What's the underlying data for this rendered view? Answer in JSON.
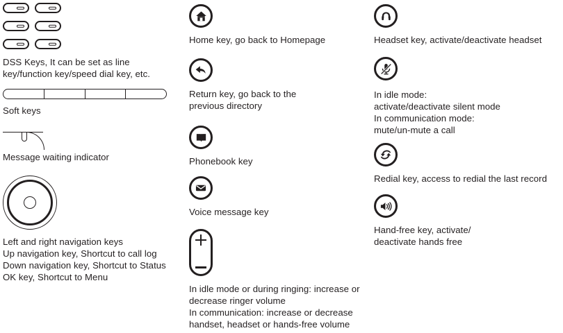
{
  "left_column": [
    {
      "icon": "dss-keys-icon",
      "caption": "DSS Keys, It can be set as line\nkey/function key/speed dial key, etc."
    },
    {
      "icon": "soft-keys-icon",
      "caption": "Soft keys"
    },
    {
      "icon": "message-waiting-indicator-icon",
      "caption": "Message waiting indicator"
    },
    {
      "icon": "navigation-ring-icon",
      "caption": "Left and right navigation keys\nUp navigation key, Shortcut to call log\nDown navigation key, Shortcut to Status\nOK key, Shortcut to Menu"
    }
  ],
  "middle_column": [
    {
      "icon": "home-key-icon",
      "caption": "Home key, go back to Homepage"
    },
    {
      "icon": "return-key-icon",
      "caption": "Return key, go back to the\nprevious directory"
    },
    {
      "icon": "phonebook-key-icon",
      "caption": "Phonebook key"
    },
    {
      "icon": "voice-message-key-icon",
      "caption": "Voice message key"
    },
    {
      "icon": "volume-rocker-icon",
      "plus_label": "+",
      "minus_label": "−",
      "caption": "In idle mode or during ringing: increase or\ndecrease ringer volume\nIn communication: increase or decrease\nhandset, headset or hands-free volume"
    }
  ],
  "right_column": [
    {
      "icon": "headset-key-icon",
      "caption": "Headset key, activate/deactivate headset"
    },
    {
      "icon": "mute-key-icon",
      "caption": "In idle mode:\nactivate/deactivate silent mode\nIn communication mode:\nmute/un-mute a call"
    },
    {
      "icon": "redial-key-icon",
      "caption": "Redial key, access to redial the last record"
    },
    {
      "icon": "hands-free-key-icon",
      "caption": "Hand-free key, activate/\ndeactivate hands free"
    }
  ],
  "colors": {
    "ink": "#231f20",
    "background": "#ffffff"
  }
}
